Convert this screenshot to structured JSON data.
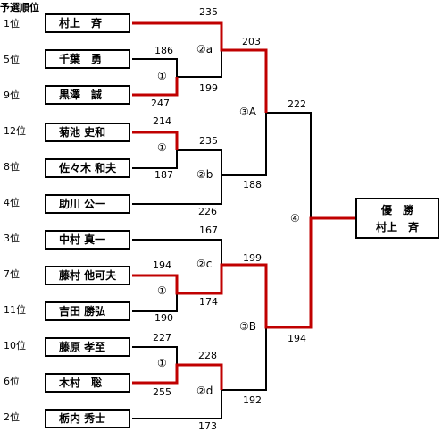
{
  "heading": "予選順位",
  "players": [
    {
      "rank": "1位",
      "name": "村上　斉"
    },
    {
      "rank": "5位",
      "name": "千葉　勇"
    },
    {
      "rank": "9位",
      "name": "黒澤　誠"
    },
    {
      "rank": "12位",
      "name": "菊池 史和"
    },
    {
      "rank": "8位",
      "name": "佐々木 和夫"
    },
    {
      "rank": "4位",
      "name": "助川 公一"
    },
    {
      "rank": "3位",
      "name": "中村 真一"
    },
    {
      "rank": "7位",
      "name": "藤村 他可夫"
    },
    {
      "rank": "11位",
      "name": "吉田 勝弘"
    },
    {
      "rank": "10位",
      "name": "藤原 孝至"
    },
    {
      "rank": "6位",
      "name": "木村　聡"
    },
    {
      "rank": "2位",
      "name": "栃内 秀士"
    }
  ],
  "match_labels": [
    "①",
    "①",
    "②a",
    "②b",
    "①",
    "②c",
    "①",
    "②d",
    "③A",
    "③B",
    "④"
  ],
  "scores": [
    "235",
    "186",
    "199",
    "247",
    "214",
    "235",
    "187",
    "188",
    "226",
    "203",
    "222",
    "167",
    "199",
    "194",
    "174",
    "190",
    "227",
    "228",
    "255",
    "192",
    "173",
    "194"
  ],
  "champion": {
    "title": "優　勝",
    "name": "村上　斉"
  },
  "colors": {
    "winner_line": "#c00000",
    "loser_line": "#000000",
    "text": "#000000"
  }
}
